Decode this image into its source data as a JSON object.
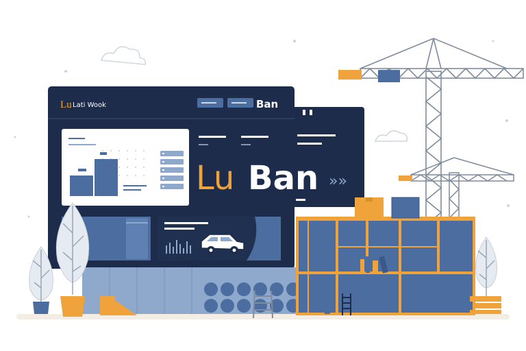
{
  "header": {
    "logo_mark": "Lu",
    "logo_text": "Lati Wook",
    "brand_right": "Ban"
  },
  "hero": {
    "word_lu": "Lu",
    "word_ban": "Ban",
    "arrows": "»»"
  },
  "colors": {
    "navy": "#1c2c4a",
    "blue": "#4b6da0",
    "light_blue": "#8fa9cc",
    "orange": "#f0a33a",
    "grey": "#8a97a8",
    "white": "#ffffff"
  },
  "icons": [
    "car-icon",
    "crane-icon",
    "ladder-icon",
    "plant-icon",
    "cloud-icon",
    "chevron-right-icon"
  ]
}
